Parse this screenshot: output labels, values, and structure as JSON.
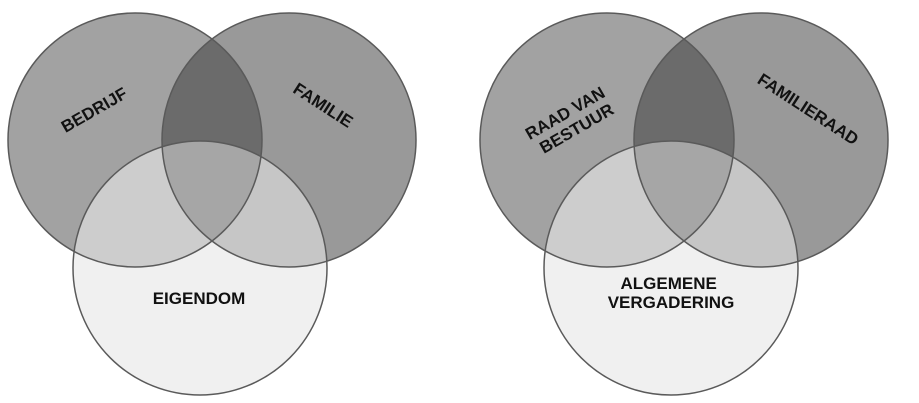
{
  "diagrams": [
    {
      "circles": {
        "left": {
          "label_lines": [
            "BEDRIJF"
          ]
        },
        "right": {
          "label_lines": [
            "FAMILIE"
          ]
        },
        "bottom": {
          "label_lines": [
            "EIGENDOM"
          ]
        }
      }
    },
    {
      "circles": {
        "left": {
          "label_lines": [
            "RAAD VAN",
            "BESTUUR"
          ]
        },
        "right": {
          "label_lines": [
            "FAMILIERAAD"
          ]
        },
        "bottom": {
          "label_lines": [
            "ALGEMENE",
            "VERGADERING"
          ]
        }
      }
    }
  ],
  "colors": {
    "left_fill": "#a2a2a2",
    "right_fill": "#999999",
    "bottom_fill": "#f0f0f0",
    "top_overlap_fill": "#6b6b6b",
    "left_bottom_overlap_fill": "#cdcdcd",
    "right_bottom_overlap_fill": "#c6c6c6",
    "center_overlap_fill": "#a6a6a6",
    "outline": "#5a5a5a",
    "text": "#111111"
  }
}
